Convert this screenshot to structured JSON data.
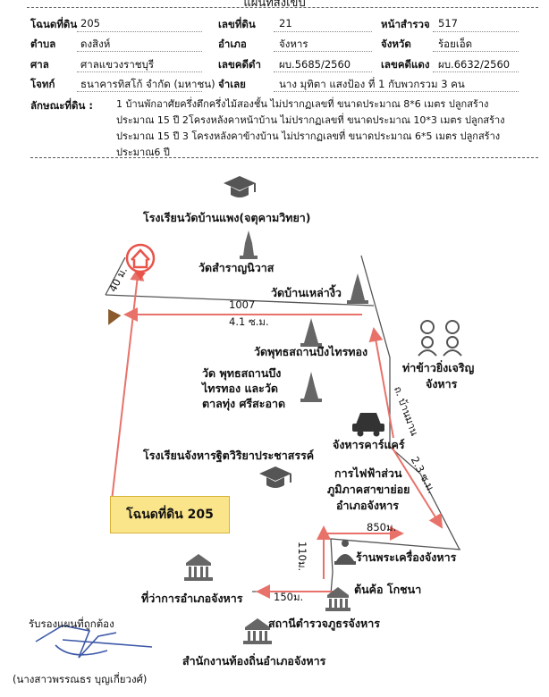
{
  "title": "แผนที่สังเขป",
  "fields": {
    "deed_no_label": "โฉนดที่ดิน",
    "deed_no": "205",
    "land_no_label": "เลขที่ดิน",
    "land_no": "21",
    "survey_page_label": "หน้าสำรวจ",
    "survey_page": "517",
    "subdistrict_label": "ตำบล",
    "subdistrict": "ดงสิงห์",
    "district_label": "อำเภอ",
    "district": "จังหาร",
    "province_label": "จังหวัด",
    "province": "ร้อยเอ็ด",
    "court_label": "ศาล",
    "court": "ศาลแขวงราชบุรี",
    "black_case_label": "เลขคดีดำ",
    "black_case": "ผบ.5685/2560",
    "red_case_label": "เลขคดีแดง",
    "red_case": "ผบ.6632/2560",
    "plaintiff_label": "โจทก์",
    "plaintiff": "ธนาคารทิสโก้ จำกัด (มหาชน)",
    "defendant_label": "จำเลย",
    "defendant": "นาง มุทิตา แสงป้อง  ที่ 1  กับพวกรวม 3 คน",
    "features_label": "ลักษณะที่ดิน :",
    "features": "1 บ้านพักอาศัยครึ่งตึกครึ่งไม้สองชั้น ไม่ปรากฏเลขที่ ขนาดประมาณ 8*6 เมตร ปลูกสร้างประมาณ 15 ปี 2โครงหลังคาหน้าบ้าน ไม่ปรากฏเลขที่ ขนาดประมาณ 10*3 เมตร ปลูกสร้างประมาณ 15 ปี 3 โครงหลังคาข้างบ้าน ไม่ปรากฏเลขที่ ขนาดประมาณ  6*5 เมตร ปลูกสร้างประมาณ6 ปี"
  },
  "map": {
    "school_top": "โรงเรียนวัดบ้านแพง(จตุคามวิทยา)",
    "wat_samran": "วัดสำราญนิวาส",
    "wat_ban_lao": "วัดบ้านเหล่างิ้ว",
    "dist_40m": "40 ม.",
    "road_1007": "1007",
    "dist_41km": "4.1 ซ.ม.",
    "wat_phuttha": "วัดพุทธสถานบึงไทรทอง",
    "wat_group_1": "วัด พุทธสถานบึง",
    "wat_group_2": "ไทรทอง และวัด",
    "wat_group_3": "ตาลทุ่ง ศรีสะอาด",
    "rice_1": "ท่าข้าวยิ่งเจริญ",
    "rice_2": "จังหาร",
    "car_shop": "จังหารคาร์แคร์",
    "road_banman": "ถ. บ้านมาน",
    "dist_23km": "2.3 ซ.ม.",
    "school_2": "โรงเรียนจังหารฐิตวิริยาประชาสรรค์",
    "pea_1": "การไฟฟ้าส่วน",
    "pea_2": "ภูมิภาคสาขาย่อย",
    "pea_3": "อำเภอจังหาร",
    "deed_label": "โฉนดที่ดิน 205",
    "dist_850m": "850ม.",
    "dist_110m": "110ม.",
    "amulet_shop": "ร้านพระเครื่องจังหาร",
    "district_office": "ที่ว่าการอำเภอจังหาร",
    "dist_150m": "150ม.",
    "tree": "ต้นค้อ โกชนา",
    "police": "สถานีตำรวจภูธรจังหาร",
    "local_office": "สำนักงานท้องถิ่นอำเภอจังหาร"
  },
  "signature": {
    "cert": "รับรองแผนที่ถูกต้อง",
    "name": "(นางสาวพรรณธร บุญเกี่ยวงศ์)"
  },
  "colors": {
    "arrow": "#e8726a",
    "road": "#555555",
    "house": "#e8534a",
    "deed_box": "#fbe58a"
  }
}
